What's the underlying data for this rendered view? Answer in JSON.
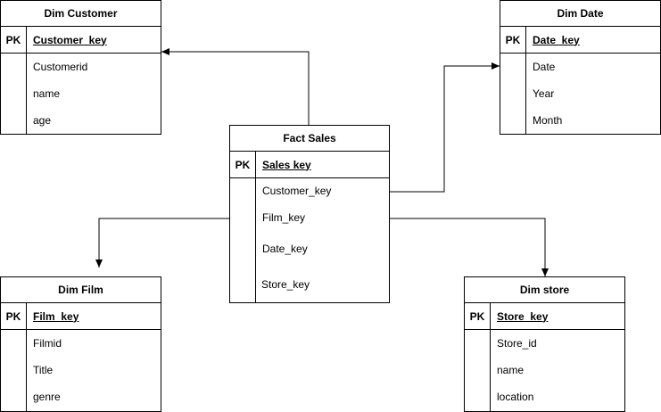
{
  "tables": [
    {
      "id": "dim-customer",
      "title": "Dim Customer",
      "pk_label": "PK",
      "pk_field": "Customer_key",
      "fields": [
        "Customerid",
        "name",
        "age"
      ]
    },
    {
      "id": "dim-date",
      "title": "Dim Date",
      "pk_label": "PK",
      "pk_field": "Date_key",
      "fields": [
        "Date",
        "Year",
        "Month"
      ]
    },
    {
      "id": "fact-sales",
      "title": "Fact Sales",
      "pk_label": "PK",
      "pk_field": "Sales key",
      "fields": [
        "Customer_key",
        "Film_key",
        "Date_key",
        "Store_key"
      ]
    },
    {
      "id": "dim-film",
      "title": "Dim Film",
      "pk_label": "PK",
      "pk_field": "Film_key",
      "fields": [
        "Filmid",
        "Title",
        "genre"
      ]
    },
    {
      "id": "dim-store",
      "title": "Dim store",
      "pk_label": "PK",
      "pk_field": "Store_key",
      "fields": [
        "Store_id",
        "name",
        "location"
      ]
    }
  ],
  "connectors": [
    {
      "from": "fact-sales",
      "to": "dim-customer"
    },
    {
      "from": "fact-sales",
      "to": "dim-date"
    },
    {
      "from": "fact-sales",
      "to": "dim-film"
    },
    {
      "from": "fact-sales",
      "to": "dim-store"
    }
  ]
}
